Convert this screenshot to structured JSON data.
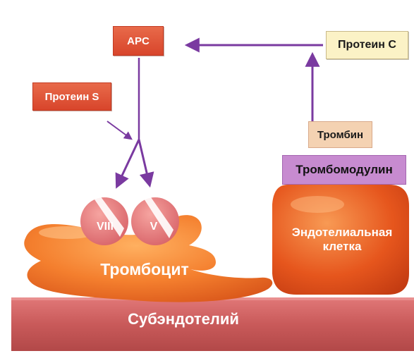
{
  "labels": {
    "apc": "APC",
    "protein_c": "Протеин С",
    "protein_s": "Протеин S",
    "thrombin": "Тромбин",
    "thrombomodulin": "Тромбомодулин",
    "endothelial_cell": "Эндотелиальная клетка",
    "factor_viii": "VIII",
    "factor_v": "V",
    "platelet": "Тромбоцит",
    "subendothelium": "Субэндотелий"
  },
  "colors": {
    "arrow": "#7a3aa0",
    "red_box": "#d84a2e",
    "cream_box": "#fbf2c6",
    "purple_box": "#c78bd0",
    "peach_box": "#f4d2b2",
    "platelet": "#f07a2c",
    "endothelial_cell": "#e4521c",
    "subendothelium": "#c95a5a"
  }
}
